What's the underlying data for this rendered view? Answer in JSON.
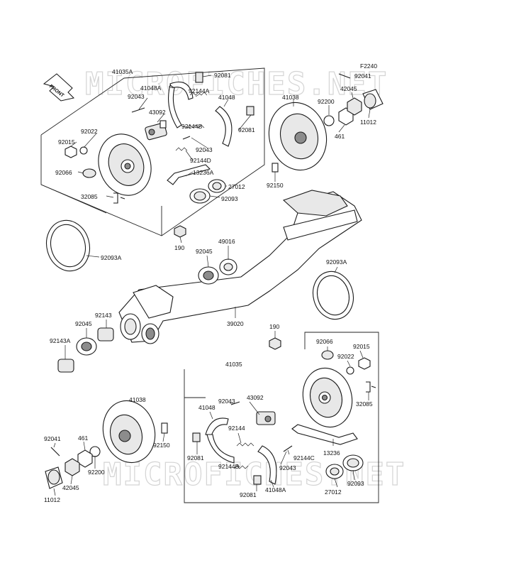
{
  "diagram": {
    "figure_code": "F2240",
    "watermark_text": "MICROFICHES.NET",
    "front_marker": "FRONT",
    "labels": {
      "l_41035A": "41035A",
      "l_92081_a": "92081",
      "l_41048A_a": "41048A",
      "l_92043_a": "92043",
      "l_92144A": "92144A",
      "l_41048_a": "41048",
      "l_43092_a": "43092",
      "l_92144B_a": "92144B",
      "l_92081_b": "92081",
      "l_92022_a": "92022",
      "l_92015_a": "92015",
      "l_92043_b": "92043",
      "l_92144D": "92144D",
      "l_92066_a": "92066",
      "l_13236A": "13236A",
      "l_27012_a": "27012",
      "l_32085_a": "32085",
      "l_92093_a": "92093",
      "l_41038_a": "41038",
      "l_92200_a": "92200",
      "l_42045_a": "42045",
      "l_92041_a": "92041",
      "l_461_a": "461",
      "l_11012_a": "11012",
      "l_92150_a": "92150",
      "l_92093A_a": "92093A",
      "l_190_a": "190",
      "l_92045_a": "92045",
      "l_49016": "49016",
      "l_92093A_b": "92093A",
      "l_92143": "92143",
      "l_92045_b": "92045",
      "l_92143A": "92143A",
      "l_39020": "39020",
      "l_190_b": "190",
      "l_92066_b": "92066",
      "l_92015_b": "92015",
      "l_92022_b": "92022",
      "l_41035": "41035",
      "l_41038_b": "41038",
      "l_43092_b": "43092",
      "l_41048_b": "41048",
      "l_92043_c": "92043",
      "l_32085_b": "32085",
      "l_92150_b": "92150",
      "l_92144": "92144",
      "l_92041_b": "92041",
      "l_461_b": "461",
      "l_13236": "13236",
      "l_92081_c": "92081",
      "l_92144C": "92144C",
      "l_92200_b": "92200",
      "l_92144B_b": "92144B",
      "l_92043_d": "92043",
      "l_42045_b": "42045",
      "l_27012_b": "27012",
      "l_92093_b": "92093",
      "l_11012_b": "11012",
      "l_92081_d": "92081",
      "l_41048A_b": "41048A"
    }
  }
}
